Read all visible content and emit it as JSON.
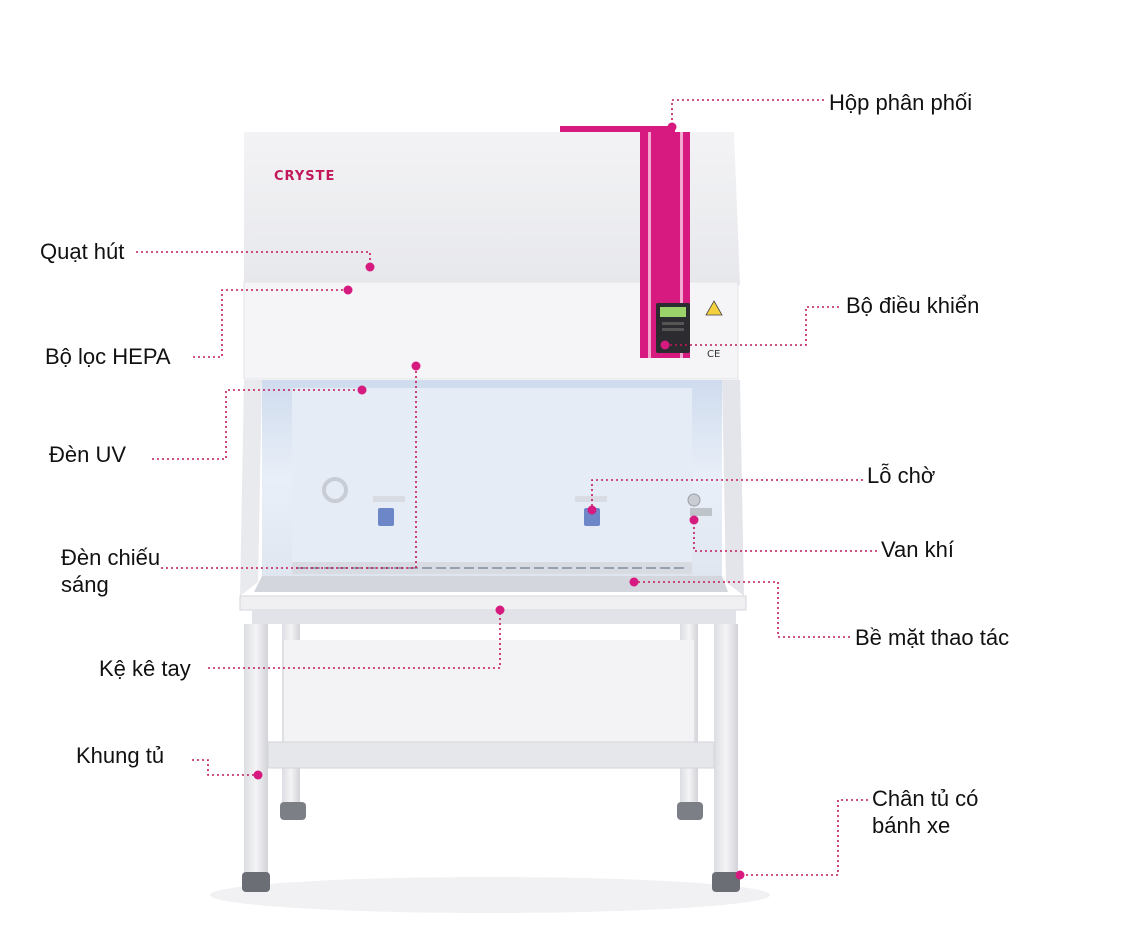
{
  "brand": "CRYSTE",
  "ce_mark": "CE",
  "accent_color": "#d61a7f",
  "labels": {
    "distribution_box": "Hộp phân phối",
    "exhaust_fan": "Quạt hút",
    "hepa_filter": "Bộ lọc HEPA",
    "controller": "Bộ điều khiển",
    "uv_lamp": "Đèn UV",
    "socket": "Lỗ chờ",
    "gas_valve": "Van khí",
    "lighting_line1": "Đèn chiếu",
    "lighting_line2": "sáng",
    "work_surface": "Bề mặt thao tác",
    "arm_rest": "Kệ kê tay",
    "cabinet_frame": "Khung tủ",
    "casters_line1": "Chân tủ có",
    "casters_line2": "bánh xe"
  }
}
